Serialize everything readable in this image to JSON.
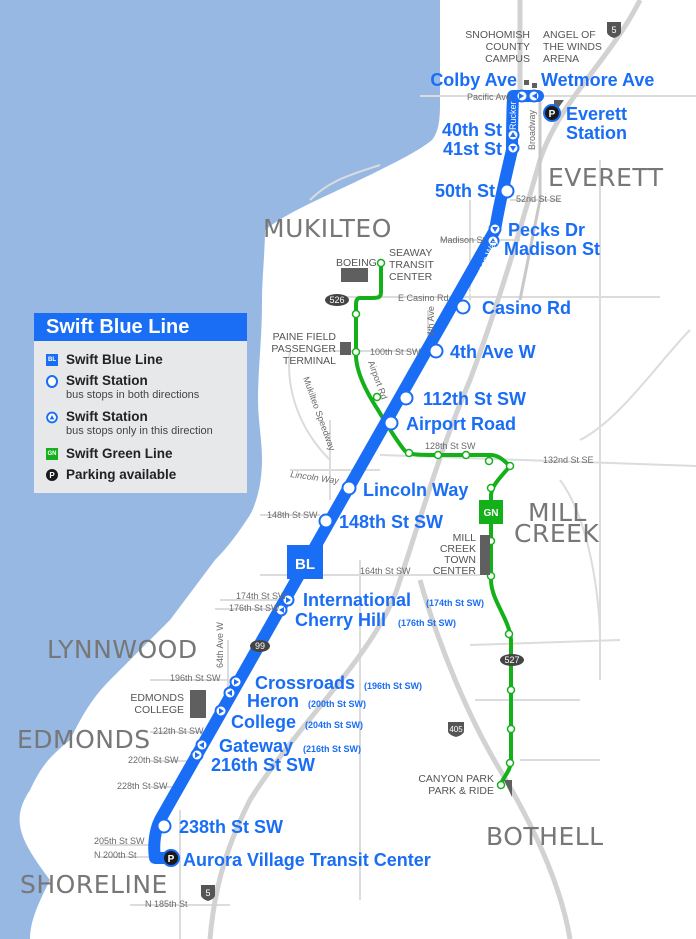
{
  "map": {
    "colors": {
      "water": "#96b8e2",
      "land": "#ffffff",
      "road": "#dcdcdc",
      "highway": "#d0d0d0",
      "blue_line": "#1a6ef5",
      "green_line": "#14b01a",
      "poi_block": "#5f5f5f",
      "text_gray": "#6a6a6a"
    },
    "legend": {
      "title": "Swift Blue Line",
      "items": [
        {
          "icon": "bl-badge-icon",
          "badge": "BL",
          "label": "Swift Blue Line",
          "sub": ""
        },
        {
          "icon": "station-both-directions-icon",
          "label": "Swift Station",
          "sub": "bus stops in both directions"
        },
        {
          "icon": "station-one-direction-icon",
          "label": "Swift Station",
          "sub": "bus stops only in this direction"
        },
        {
          "icon": "gn-badge-icon",
          "badge": "GN",
          "label": "Swift Green Line",
          "sub": ""
        },
        {
          "icon": "parking-icon",
          "badge": "P",
          "label": "Parking available",
          "sub": ""
        }
      ]
    },
    "cities": {
      "everett": "EVERETT",
      "mukilteo": "MUKILTEO",
      "mill_creek_1": "MILL",
      "mill_creek_2": "CREEK",
      "lynnwood": "LYNNWOOD",
      "edmonds": "EDMONDS",
      "shoreline": "SHORELINE",
      "bothell": "BOTHELL"
    },
    "poi": {
      "snohomish": [
        "SNOHOMISH",
        "COUNTY",
        "CAMPUS"
      ],
      "angel": [
        "ANGEL OF",
        "THE WINDS",
        "ARENA"
      ],
      "boeing": "BOEING",
      "seaway": [
        "SEAWAY",
        "TRANSIT",
        "CENTER"
      ],
      "paine": [
        "PAINE FIELD",
        "PASSENGER",
        "TERMINAL"
      ],
      "mill_creek_tc": [
        "MILL",
        "CREEK",
        "TOWN",
        "CENTER"
      ],
      "edmonds_college": [
        "EDMONDS",
        "COLLEGE"
      ],
      "canyon_park": [
        "CANYON PARK",
        "PARK & RIDE"
      ]
    },
    "highways": {
      "i5_north": "5",
      "i5_south": "5",
      "sr526": "526",
      "sr99": "99",
      "sr527": "527",
      "i405": "405"
    },
    "roads": {
      "pacific_ave": "Pacific Ave",
      "rucker": "Rucker",
      "broadway": "Broadway",
      "52nd": "52nd St SE",
      "madison": "Madison St",
      "evergreen": "Evergreen Way",
      "casino": "E Casino Rd",
      "fourth_ave": "4th Ave",
      "100th": "100th St SW",
      "airport_rd": "Airport Rd",
      "mukilteo_spdwy": "Mukilteo Speedway",
      "128th": "128th St SW",
      "132nd": "132nd St SE",
      "lincoln": "Lincoln Way",
      "148th": "148th St SW",
      "164th": "164th St SW",
      "174th": "174th St SW",
      "176th": "176th St SW",
      "64th": "64th Ave W",
      "196th": "196th St SW",
      "212th": "212th St SW",
      "220th": "220th St SW",
      "228th": "228th St SW",
      "205th": "205th St SW",
      "n200th": "N 200th St",
      "n185th": "N 185th St"
    },
    "line_badges": {
      "blue": "BL",
      "green": "GN"
    },
    "stations": {
      "colby": {
        "name": "Colby Ave",
        "sub": ""
      },
      "wetmore": {
        "name": "Wetmore Ave",
        "sub": ""
      },
      "everett_1": {
        "name": "Everett",
        "sub": ""
      },
      "everett_2": {
        "name": "Station",
        "sub": ""
      },
      "s40th": {
        "name": "40th St",
        "sub": ""
      },
      "s41st": {
        "name": "41st St",
        "sub": ""
      },
      "s50th": {
        "name": "50th St",
        "sub": ""
      },
      "pecks": {
        "name": "Pecks Dr",
        "sub": ""
      },
      "madison": {
        "name": "Madison St",
        "sub": ""
      },
      "casino": {
        "name": "Casino Rd",
        "sub": ""
      },
      "fourth": {
        "name": "4th Ave W",
        "sub": ""
      },
      "s112th": {
        "name": "112th St SW",
        "sub": ""
      },
      "airport": {
        "name": "Airport Road",
        "sub": ""
      },
      "lincoln": {
        "name": "Lincoln Way",
        "sub": ""
      },
      "s148th": {
        "name": "148th St SW",
        "sub": ""
      },
      "international": {
        "name": "International",
        "sub": "(174th St SW)"
      },
      "cherry": {
        "name": "Cherry Hill",
        "sub": "(176th St SW)"
      },
      "crossroads": {
        "name": "Crossroads",
        "sub": "(196th St SW)"
      },
      "heron": {
        "name": "Heron",
        "sub": "(200th St SW)"
      },
      "college": {
        "name": "College",
        "sub": "(204th St SW)"
      },
      "gateway": {
        "name": "Gateway",
        "sub": "(216th St SW)"
      },
      "s216th": {
        "name": "216th St SW",
        "sub": ""
      },
      "s238th": {
        "name": "238th St SW",
        "sub": ""
      },
      "aurora": {
        "name": "Aurora Village Transit Center",
        "sub": ""
      }
    }
  }
}
